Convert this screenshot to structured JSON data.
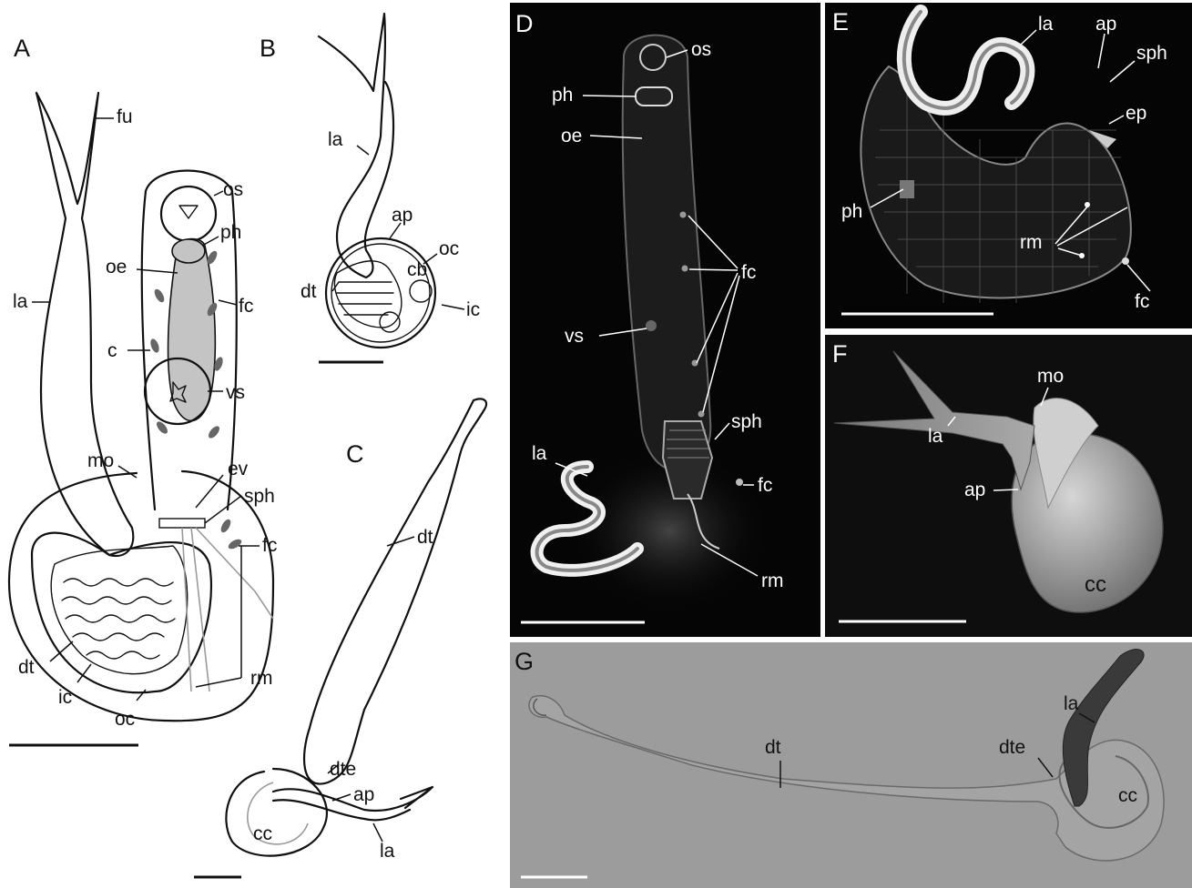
{
  "panels": {
    "A": {
      "letter": "A",
      "labels": {
        "fu": "fu",
        "la": "la",
        "os": "os",
        "ph": "ph",
        "oe": "oe",
        "fc": "fc",
        "c": "c",
        "vs": "vs",
        "mo": "mo",
        "ev": "ev",
        "sph": "sph",
        "fc2": "fc",
        "dt": "dt",
        "ic": "ic",
        "oc": "oc",
        "rm": "rm"
      }
    },
    "B": {
      "letter": "B",
      "labels": {
        "la": "la",
        "ap": "ap",
        "oc": "oc",
        "cb": "cb",
        "dt": "dt",
        "ic": "ic"
      }
    },
    "C": {
      "letter": "C",
      "labels": {
        "dt": "dt",
        "dte": "dte",
        "ap": "ap",
        "cc": "cc",
        "la": "la"
      }
    },
    "D": {
      "letter": "D",
      "labels": {
        "os": "os",
        "ph": "ph",
        "oe": "oe",
        "fc": "fc",
        "vs": "vs",
        "sph": "sph",
        "la": "la",
        "fc2": "fc",
        "rm": "rm"
      }
    },
    "E": {
      "letter": "E",
      "labels": {
        "la": "la",
        "ap": "ap",
        "sph": "sph",
        "ep": "ep",
        "ph": "ph",
        "rm": "rm",
        "fc": "fc"
      }
    },
    "F": {
      "letter": "F",
      "labels": {
        "mo": "mo",
        "la": "la",
        "ap": "ap",
        "cc": "cc"
      }
    },
    "G": {
      "letter": "G",
      "labels": {
        "la": "la",
        "dt": "dt",
        "dte": "dte",
        "cc": "cc"
      }
    }
  },
  "colors": {
    "ink": "#111111",
    "grey_fill": "#c4c4c4",
    "fluorescence_bg": "#050505",
    "sem_bg": "#0e0e0e",
    "dic_bg": "#9c9c9c"
  }
}
